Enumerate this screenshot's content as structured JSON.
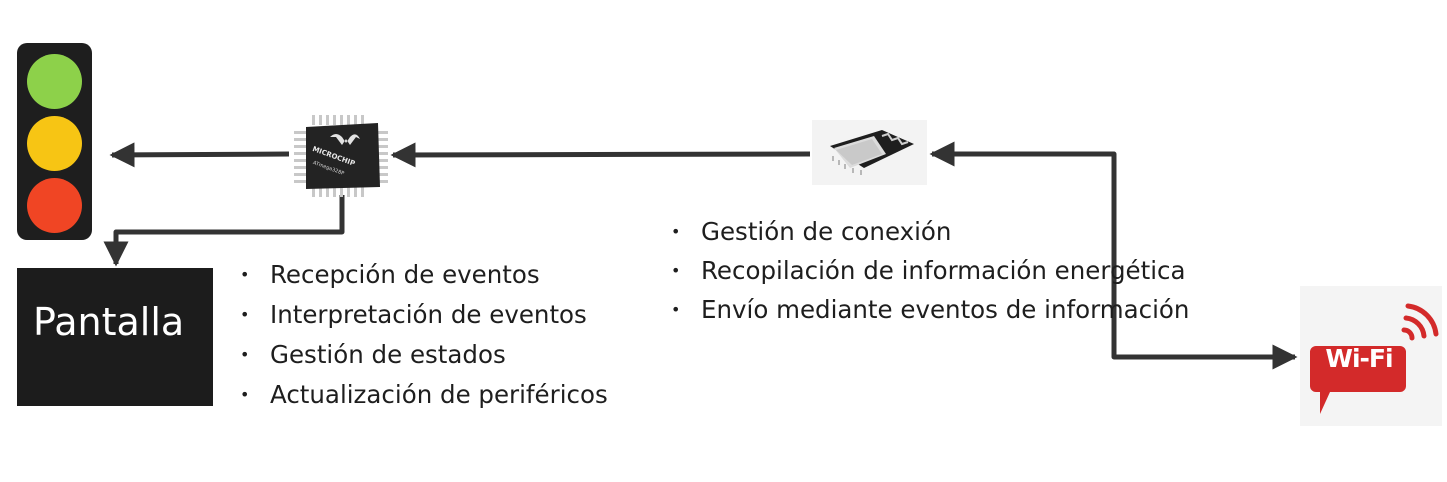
{
  "screen": {
    "label": "Pantalla"
  },
  "microcontroller": {
    "brand": "MICROCHIP",
    "model": "ATmega328P"
  },
  "wifi_badge": {
    "label": "Wi-Fi"
  },
  "microcontroller_tasks": [
    "Recepción de eventos",
    "Interpretación de eventos",
    "Gestión de estados",
    "Actualización de periféricos"
  ],
  "wifi_module_tasks": [
    "Gestión de conexión",
    "Recopilación de información energética",
    "Envío mediante eventos de información"
  ],
  "colors": {
    "traffic_light_body": "#1e1e1e",
    "lamp_green": "#8dd14a",
    "lamp_yellow": "#f7c514",
    "lamp_red": "#f04524",
    "screen_box": "#1c1c1c",
    "arrows": "#333333",
    "wifi_red": "#d32a2a"
  }
}
